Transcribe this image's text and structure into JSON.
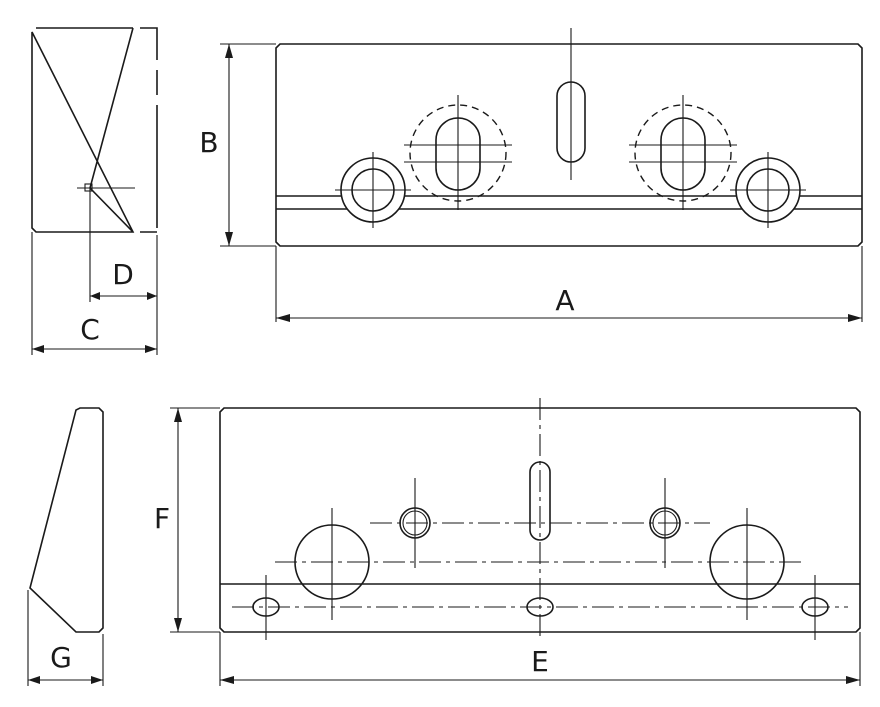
{
  "drawing": {
    "dimensions": {
      "A": "A",
      "B": "B",
      "C": "C",
      "D": "D",
      "E": "E",
      "F": "F",
      "G": "G"
    }
  }
}
